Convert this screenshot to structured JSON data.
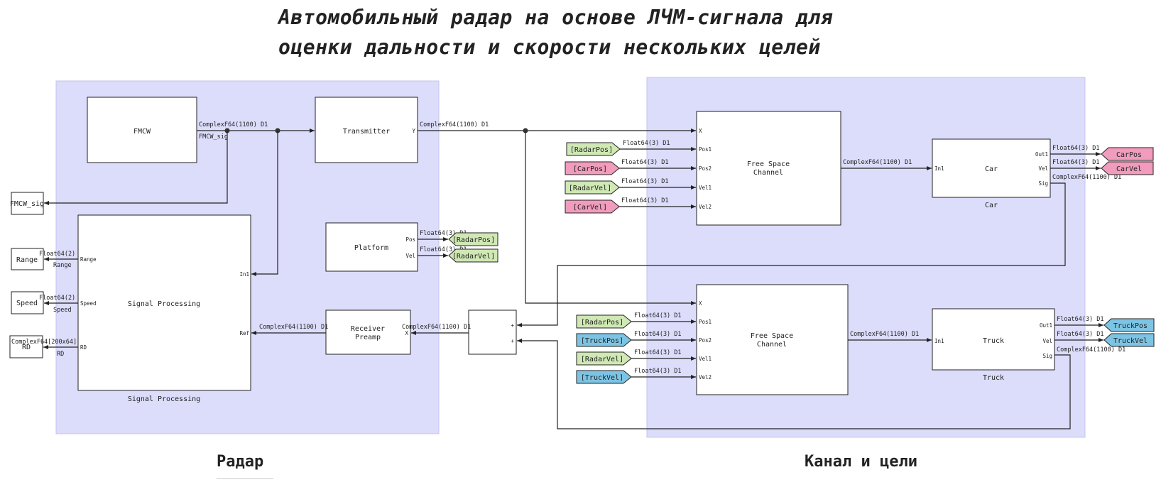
{
  "title": {
    "line1": "Автомобильный радар на основе ЛЧМ-сигнала для",
    "line2": "оценки дальности и скорости нескольких целей"
  },
  "sections": {
    "radar": "Радар",
    "channel": "Канал и цели"
  },
  "colors": {
    "area_fill": "#dcdcfb",
    "area_stroke": "#c4c4ee",
    "tag_green": "#cfe8b4",
    "tag_pink": "#f19cbd",
    "tag_blue": "#7dc4e4",
    "block_fill": "#ffffff",
    "line": "#222222"
  },
  "blocks": {
    "fmcw": "FMCW",
    "fmcw_sig": "FMCW_sig",
    "range": "Range",
    "speed": "Speed",
    "rd": "RD",
    "signal_processing": "Signal Processing",
    "signal_processing_caption": "Signal Processing",
    "transmitter": "Transmitter",
    "platform": "Platform",
    "receiver": [
      "Receiver",
      "Preamp"
    ],
    "free_space_1": [
      "Free Space",
      "Channel"
    ],
    "free_space_2": [
      "Free Space",
      "Channel"
    ],
    "car": "Car",
    "car_caption": "Car",
    "truck": "Truck",
    "truck_caption": "Truck"
  },
  "ports": {
    "sp_range": "Range",
    "sp_speed": "Speed",
    "sp_rd": "RD",
    "sp_in1": "In1",
    "sp_ref": "Ref",
    "tx_y": "Y",
    "platform_pos": "Pos",
    "platform_vel": "Vel",
    "rx_x": "X",
    "sum_plus": "+",
    "fs_x": "X",
    "fs_pos1": "Pos1",
    "fs_pos2": "Pos2",
    "fs_vel1": "Vel1",
    "fs_vel2": "Vel2",
    "t_in1": "In1",
    "t_out1": "Out1",
    "t_vel": "Vel",
    "t_sig": "Sig"
  },
  "signals": {
    "fmcw_out": "ComplexF64(1100) D1",
    "fmcw_name": "FMCW_sig",
    "tx_out": "ComplexF64(1100) D1",
    "range_type": "Float64(2)",
    "range_name": "Range",
    "speed_type": "Float64(2)",
    "speed_name": "Speed",
    "rd_type": "ComplexF64[200x64]",
    "rd_name": "RD",
    "pos_out": "Float64(3) D1",
    "vel_out": "Float64(3) D1",
    "ref_in": "ComplexF64(1100) D1",
    "rx_in": "ComplexF64(1100) D1",
    "f3": "Float64(3) D1",
    "fs1_out": "ComplexF64(1100) D1",
    "fs2_out": "ComplexF64(1100) D1",
    "car_sig": "ComplexF64(1100) D1",
    "truck_sig": "ComplexF64(1100) D1"
  },
  "tags": {
    "radar_pos": "[RadarPos]",
    "radar_vel": "[RadarVel]",
    "car_pos": "[CarPos]",
    "car_vel": "[CarVel]",
    "truck_pos": "[TruckPos]",
    "truck_vel": "[TruckVel]",
    "goto_car_pos": "CarPos",
    "goto_car_vel": "CarVel",
    "goto_truck_pos": "TruckPos",
    "goto_truck_vel": "TruckVel"
  }
}
